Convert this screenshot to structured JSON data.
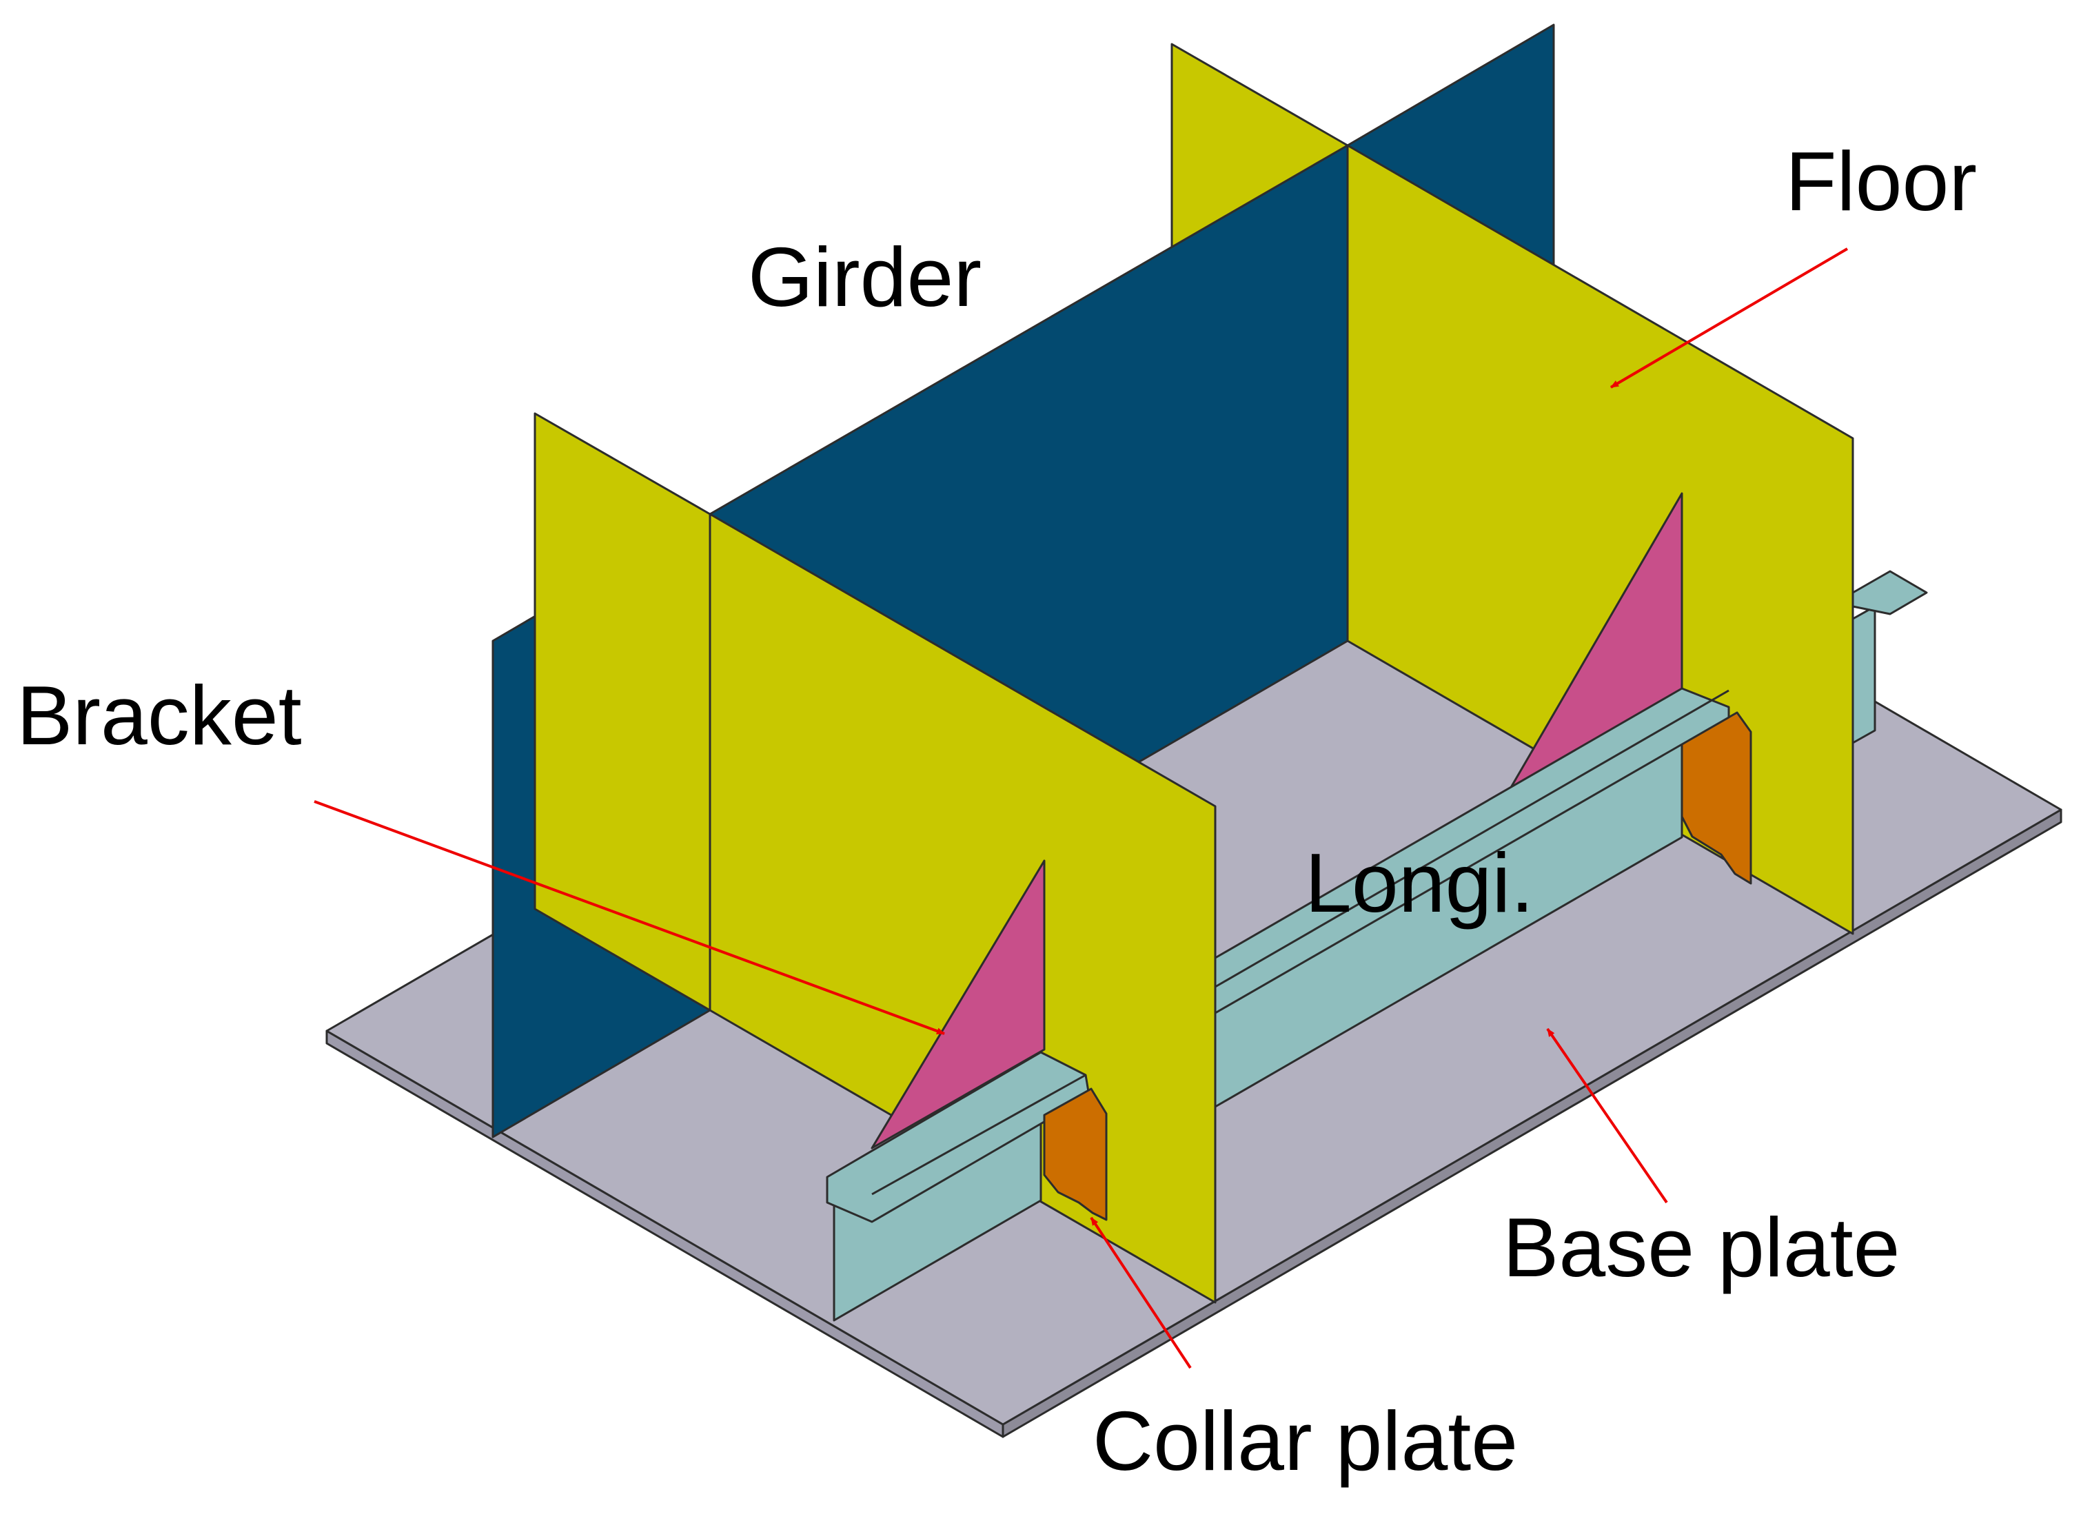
{
  "labels": {
    "girder": "Girder",
    "floor": "Floor",
    "bracket": "Bracket",
    "longi": "Longi.",
    "base_plate": "Base plate",
    "collar_plate": "Collar plate"
  },
  "colors": {
    "girder": "#034A70",
    "floor": "#C8C800",
    "base_plate": "#B3B1C0",
    "longi": "#8FBEBE",
    "bracket": "#C84F8A",
    "collar_plate": "#CC6E00",
    "arrow": "#EE0000"
  }
}
